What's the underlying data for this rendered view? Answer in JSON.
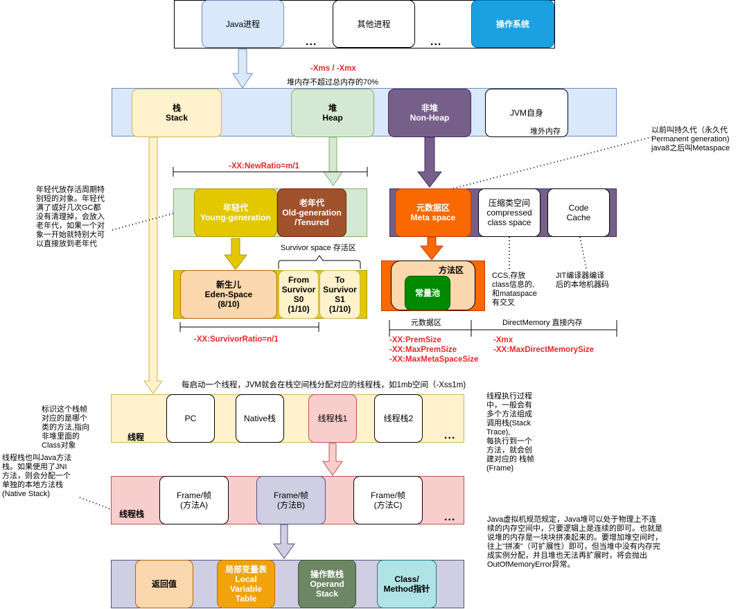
{
  "process_row": {
    "java_process": "Java进程",
    "dots1": "...",
    "other_process": "其他进程",
    "dots2": "...",
    "os": "操作系统"
  },
  "heap_param": {
    "flags": "-Xms / -Xmx",
    "note": "堆内存不超过总内存的70%"
  },
  "memory_row": {
    "stack": "栈\nStack",
    "heap": "堆\nHeap",
    "non_heap": "非堆\nNon-Heap",
    "jvm_self": "JVM自身",
    "off_heap": "堆外内存"
  },
  "permgen_note": "以前叫持久代（永久代\nPermanent generation)\njava8之后叫Metaspace",
  "new_ratio": "-XX:NewRatio=m/1",
  "generations": {
    "young": "年轻代\nYoung-generation",
    "old": "老年代\nOld-generation\n/Tenured"
  },
  "young_note": "年轻代放存活周期特\n别短的对象。年轻代\n满了或好几次GC都\n没有清理掉，会放入\n老年代，如果一个对\n象一开始就特别大可\n以直接放到老年代",
  "survivor_label": "Survivor space 存活区",
  "young_parts": {
    "eden": "新生儿\nEden-Space\n(8/10)",
    "s0": "From\nSurvivor\nS0\n(1/10)",
    "s1": "To\nSurvivor\nS1\n(1/10)"
  },
  "survivor_ratio": "-XX:SurvivorRatio=n/1",
  "non_heap_parts": {
    "metaspace": "元数据区\nMeta space",
    "ccs": "压缩类空间\ncompressed\nclass space",
    "code_cache": "Code\nCache"
  },
  "method_area": {
    "label": "方法区",
    "constant_pool": "常量池"
  },
  "ccs_note": "CCS,存放\nclass信息的,\n和mataspace\n有交叉",
  "jit_note": "JIT编译器编译\n后的本地机器码",
  "ranges": {
    "meta": "元数据区",
    "direct": "DirectMemory 直接内存"
  },
  "meta_flags": [
    "-XX:PremSize",
    "-XX:MaxPremSize",
    "-XX:MaxMetaSpaceSize"
  ],
  "direct_flags": [
    "-Xmx",
    "-XX:MaxDirectMemorySize"
  ],
  "thread_note": "每启动一个线程，JVM就会在栈空间栈分配对应的线程栈，如1mb空间（-Xss1m)",
  "thread_row": {
    "label": "线程",
    "pc": "PC",
    "native": "Native栈",
    "stack1": "线程栈1",
    "stack2": "线程栈2",
    "dots": "..."
  },
  "pc_note": "标识这个栈帧\n对应的是哪个\n类的方法,指向\n非堆里面的\nClass对象",
  "native_note": "线程栈也叫Java方法\n栈。如果使用了JNI\n方法，则会分配一个\n单独的本地方法栈\n(Native Stack)",
  "exec_note": "线程执行过程\n中，一般会有\n多个方法组成\n调用栈(Stack\nTrace),\n每执行到一个\n方法，就会创\n建对应的 栈帧\n(Frame)",
  "frame_row": {
    "label": "线程栈",
    "frame_a": "Frame/帧\n(方法A)",
    "frame_b": "Frame/帧\n(方法B)",
    "frame_c": "Frame/帧\n(方法C)",
    "dots": "..."
  },
  "heap_spec_note": "Java虚拟机规范规定，Java堆可以处于物理上不连\n续的内存空间中，只要逻辑上是连续的即可。也就是\n说堆的内存是一块块拼凑起来的。要增加堆空间时，\n往上\"拼凑\"（可扩展性）即可，但当堆中没有内存完\n成实例分配，并且堆也无法再扩展时，将会抛出\nOutOfMemoryError异常。",
  "frame_parts": {
    "return_value": "返回值",
    "local_vars": "局部变量表\nLocal\nVariable\nTable",
    "operand_stack": "操作数栈\nOperand\nStack",
    "class_ptr": "Class/\nMethod指针"
  },
  "colors": {
    "blue_light": "#dae8fc",
    "os_blue": "#1ba1e2",
    "stack_yellow": "#fff2cc",
    "heap_green": "#d5e8d4",
    "nonheap_purple": "#76608a",
    "young_yellow": "#e3c800",
    "old_brown": "#a0522d",
    "eden_orange": "#fad7ac",
    "orange": "#fa6800",
    "green": "#008a00",
    "red_text": "#e8262a",
    "pink": "#f8cecc",
    "lavender": "#d0cee2",
    "local_orange": "#f0a30a",
    "operand_green": "#6d8764",
    "teal": "#b0e3e6"
  }
}
